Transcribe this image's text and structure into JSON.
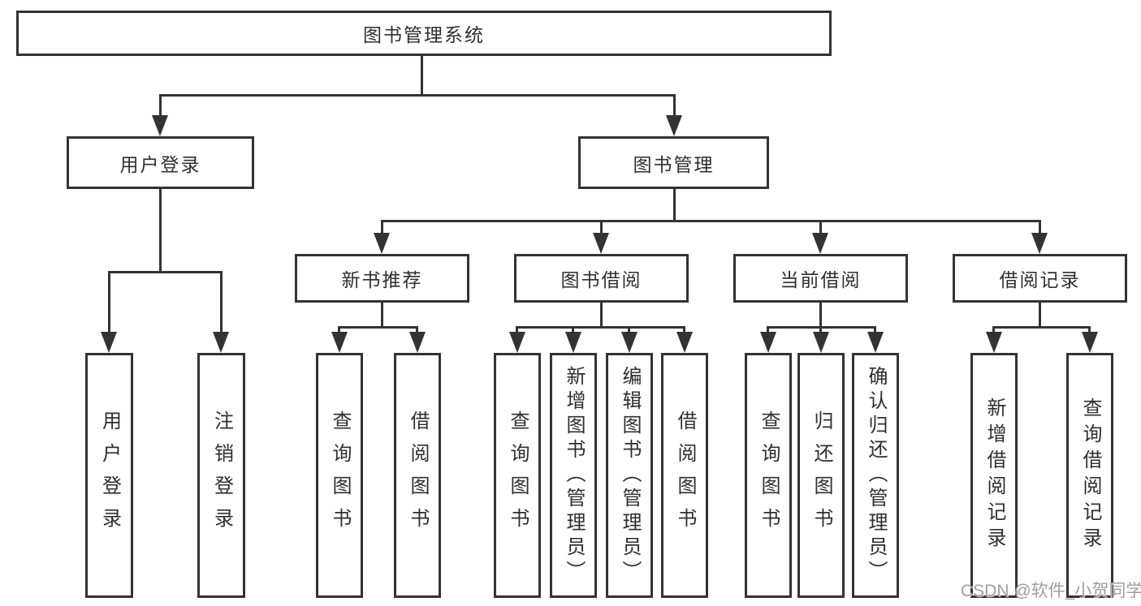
{
  "colors": {
    "line": "#333333",
    "text": "#2f2f2f",
    "watermark": "#9e9e9e",
    "background": "#ffffff"
  },
  "tree": {
    "root": {
      "label": "图书管理系统"
    },
    "branches": [
      {
        "label": "用户登录",
        "children": [
          {
            "label": "用户登录"
          },
          {
            "label": "注销登录"
          }
        ]
      },
      {
        "label": "图书管理",
        "children": [
          {
            "label": "新书推荐",
            "children": [
              {
                "label": "查询图书"
              },
              {
                "label": "借阅图书"
              }
            ]
          },
          {
            "label": "图书借阅",
            "children": [
              {
                "label": "查询图书"
              },
              {
                "label": "新增图书（管理员）"
              },
              {
                "label": "编辑图书（管理员）"
              },
              {
                "label": "借阅图书"
              }
            ]
          },
          {
            "label": "当前借阅",
            "children": [
              {
                "label": "查询图书"
              },
              {
                "label": "归还图书"
              },
              {
                "label": "确认归还（管理员）"
              }
            ]
          },
          {
            "label": "借阅记录",
            "children": [
              {
                "label": "新增借阅记录"
              },
              {
                "label": "查询借阅记录"
              }
            ]
          }
        ]
      }
    ]
  },
  "watermark": {
    "text": "CSDN @软件_小贺同学"
  }
}
